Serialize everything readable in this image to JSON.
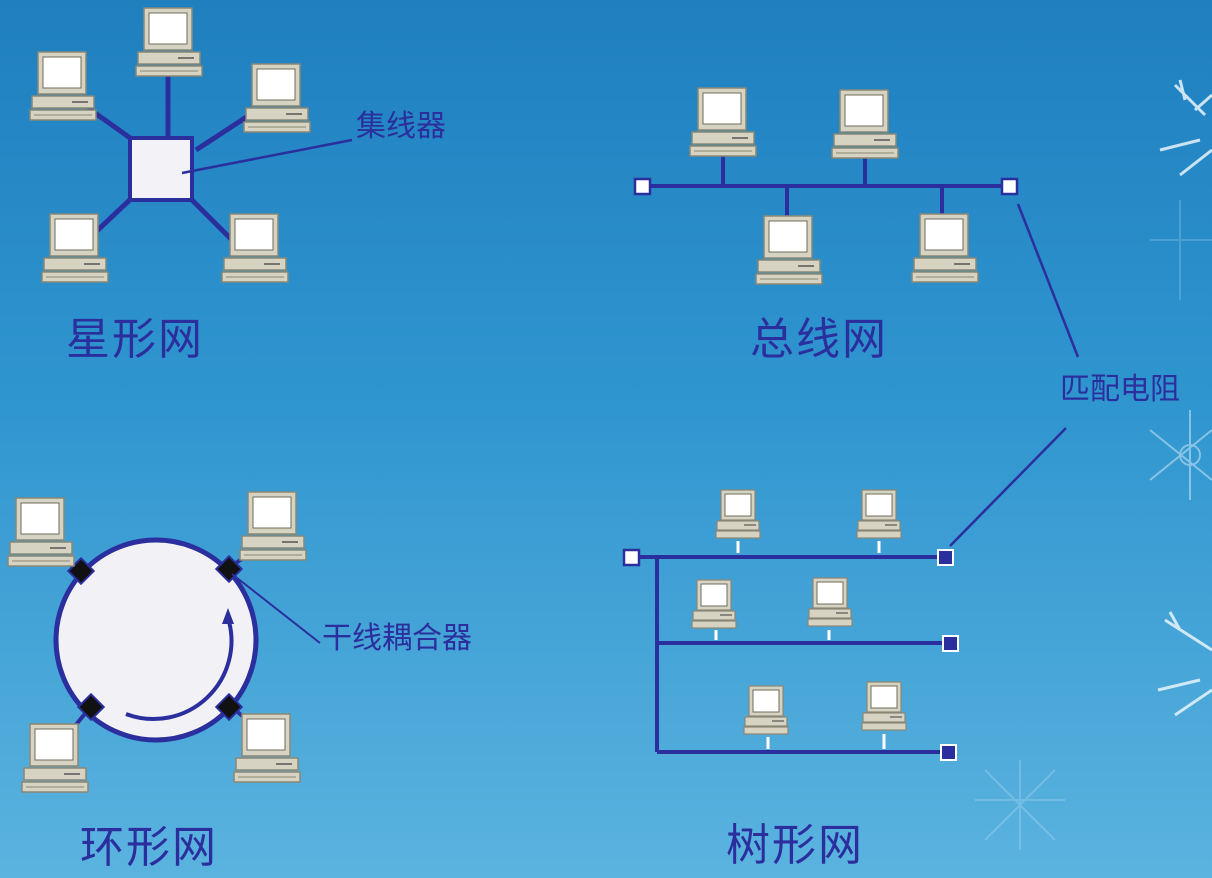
{
  "labels": {
    "star": "星形网",
    "bus": "总线网",
    "ring": "环形网",
    "tree": "树形网",
    "hub": "集线器",
    "terminator": "匹配电阻",
    "coupler": "干线耦合器"
  },
  "colors": {
    "line": "#2b2f9e",
    "text": "#2b2f9e",
    "background_top": "#1f7fbf",
    "background_bottom": "#5bb3df",
    "computer_body": "#d8d5c4",
    "computer_screen": "#ffffff"
  },
  "icons": [
    "computer-icon",
    "snowflake-decoration"
  ]
}
